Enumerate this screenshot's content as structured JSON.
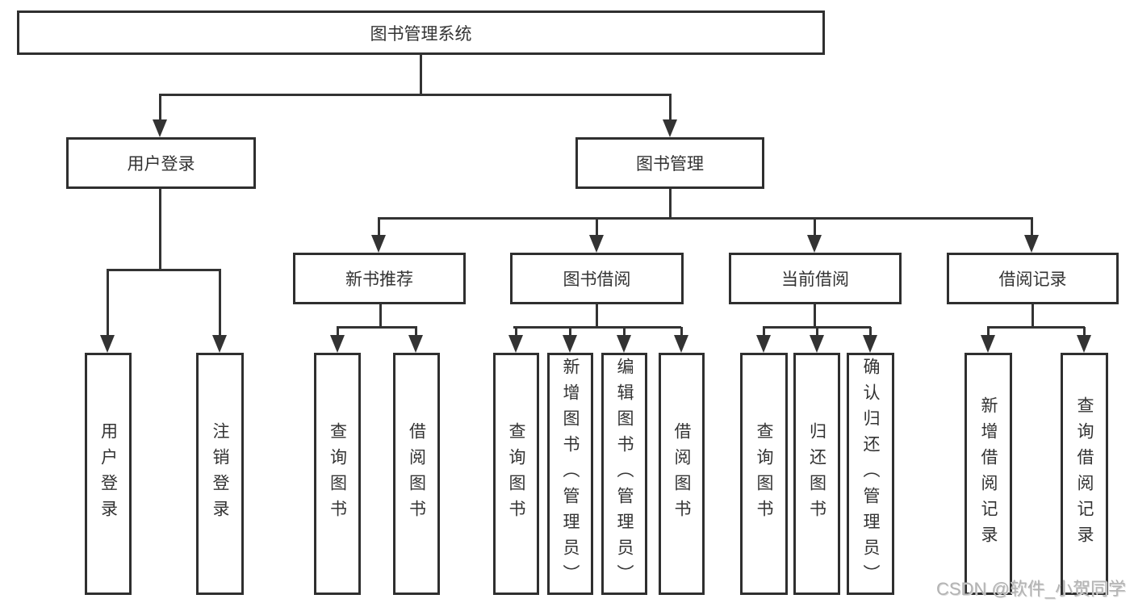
{
  "diagram": {
    "root": {
      "label": "图书管理系统"
    },
    "level2": [
      {
        "label": "用户登录"
      },
      {
        "label": "图书管理"
      }
    ],
    "level3": [
      {
        "label": "新书推荐"
      },
      {
        "label": "图书借阅"
      },
      {
        "label": "当前借阅"
      },
      {
        "label": "借阅记录"
      }
    ],
    "leaves": [
      {
        "label": "用户登录"
      },
      {
        "label": "注销登录"
      },
      {
        "label": "查询图书"
      },
      {
        "label": "借阅图书"
      },
      {
        "label": "查询图书"
      },
      {
        "label": "新增图书（管理员）"
      },
      {
        "label": "编辑图书（管理员）"
      },
      {
        "label": "借阅图书"
      },
      {
        "label": "查询图书"
      },
      {
        "label": "归还图书"
      },
      {
        "label": "确认归还（管理员）"
      },
      {
        "label": "新增借阅记录"
      },
      {
        "label": "查询借阅记录"
      }
    ],
    "watermark": "CSDN @软件_小贺同学",
    "colors": {
      "line": "#333333",
      "text": "#333333",
      "watermark": "#b3b3b3",
      "background": "#ffffff"
    }
  }
}
